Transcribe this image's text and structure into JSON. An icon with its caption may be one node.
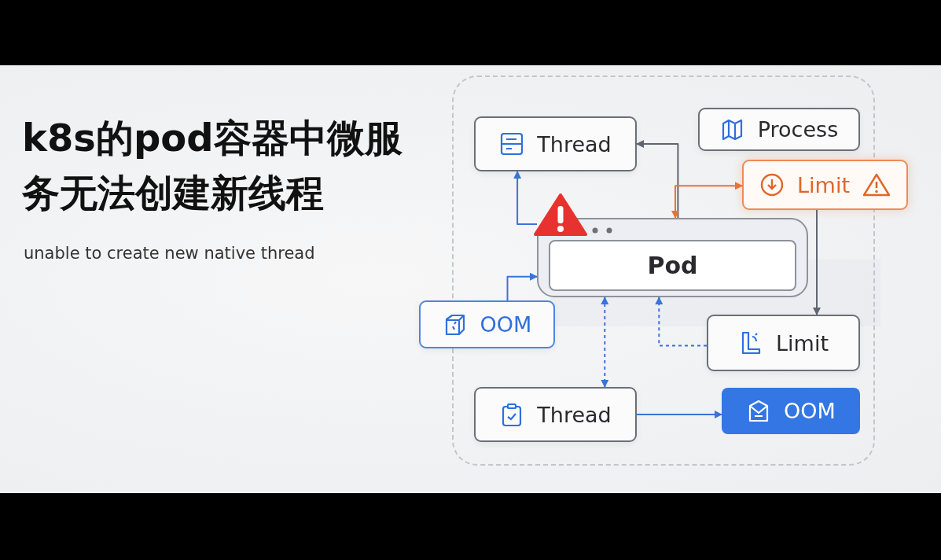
{
  "diagram": {
    "title": "k8s的pod容器中微服务无法创建新线程",
    "nodes": [
      {
        "text": [],
        "shape": "box"
      },
      {
        "text": [
          "Thread"
        ],
        "in": 0
      },
      {
        "text": [
          "Process"
        ],
        "in": 0
      },
      {
        "text": [
          "Limit"
        ]
      },
      {
        "text": [
          "Pod"
        ],
        "in": 0
      },
      {
        "text": [
          "OOM"
        ]
      },
      {
        "text": [
          "Limit"
        ],
        "in": 0
      },
      {
        "text": [
          "Thread"
        ],
        "in": 0
      },
      {
        "text": [
          "OOM"
        ],
        "in": 0
      }
    ],
    "edges": [
      {
        "from": 4,
        "to": 1,
        "arrow": "to"
      },
      {
        "from": 4,
        "to": 1,
        "arrow": "to",
        "color": "#5f6570"
      },
      {
        "from": 4,
        "to": 3,
        "arrow": "both",
        "color": "#e8733a"
      },
      {
        "from": 3,
        "to": 6,
        "arrow": "to",
        "color": "#5f6570"
      },
      {
        "from": 6,
        "to": 4,
        "arrow": "to",
        "style": "dashed"
      },
      {
        "from": 4,
        "to": 7,
        "arrow": "both",
        "style": "dashed"
      },
      {
        "from": 5,
        "to": 4,
        "arrow": "to"
      },
      {
        "from": 7,
        "to": 8,
        "arrow": "to"
      }
    ],
    "labels": [
      "unable to create new native thread"
    ]
  }
}
